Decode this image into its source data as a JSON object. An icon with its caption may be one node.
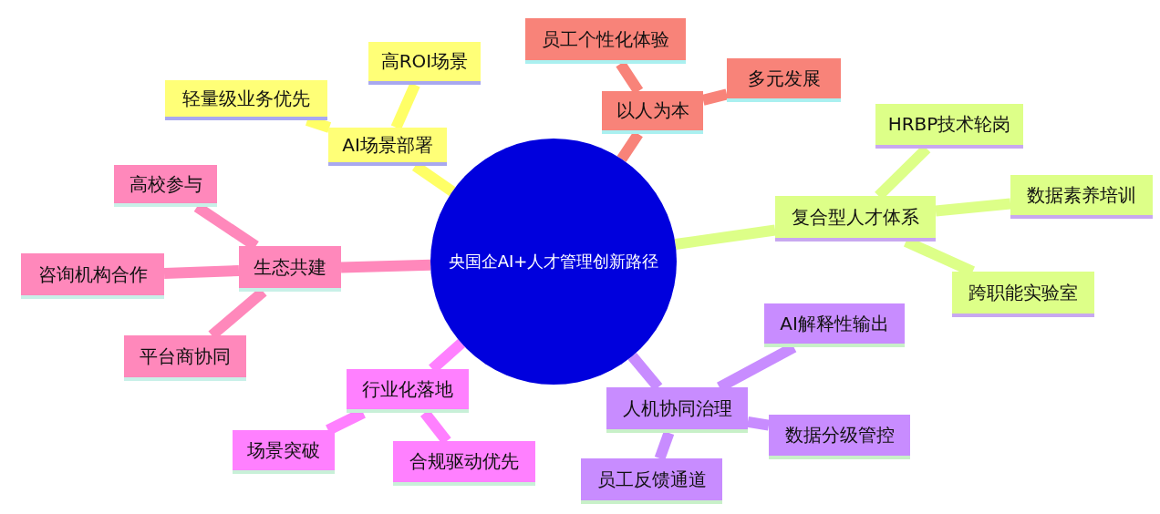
{
  "diagram": {
    "nodes": [
      {
        "text": [
          "央国企AI+人才管理创新路径"
        ]
      },
      {
        "text": [
          "AI场景部署"
        ]
      },
      {
        "text": [
          "轻量级业务优先"
        ]
      },
      {
        "text": [
          "高ROI场景"
        ]
      },
      {
        "text": [
          "以人为本"
        ]
      },
      {
        "text": [
          "员工个性化体验"
        ]
      },
      {
        "text": [
          "多元发展"
        ]
      },
      {
        "text": [
          "复合型人才体系"
        ]
      },
      {
        "text": [
          "HRBP技术轮岗"
        ]
      },
      {
        "text": [
          "数据素养培训"
        ]
      },
      {
        "text": [
          "跨职能实验室"
        ]
      },
      {
        "text": [
          "人机协同治理"
        ]
      },
      {
        "text": [
          "AI解释性输出"
        ]
      },
      {
        "text": [
          "数据分级管控"
        ]
      },
      {
        "text": [
          "员工反馈通道"
        ]
      },
      {
        "text": [
          "行业化落地"
        ]
      },
      {
        "text": [
          "场景突破"
        ]
      },
      {
        "text": [
          "合规驱动优先"
        ]
      },
      {
        "text": [
          "生态共建"
        ]
      },
      {
        "text": [
          "高校参与"
        ]
      },
      {
        "text": [
          "咨询机构合作"
        ]
      },
      {
        "text": [
          "平台商协同"
        ]
      }
    ],
    "edges": [
      {
        "from": 0,
        "to": 1,
        "arrow": "none",
        "color": "#ffff66"
      },
      {
        "from": 1,
        "to": 2,
        "arrow": "none",
        "color": "#ffff66"
      },
      {
        "from": 1,
        "to": 3,
        "arrow": "none",
        "color": "#ffff66"
      },
      {
        "from": 0,
        "to": 4,
        "arrow": "none",
        "color": "#f88379"
      },
      {
        "from": 4,
        "to": 5,
        "arrow": "none",
        "color": "#f88379"
      },
      {
        "from": 4,
        "to": 6,
        "arrow": "none",
        "color": "#f88379"
      },
      {
        "from": 0,
        "to": 7,
        "arrow": "none",
        "color": "#ddff88"
      },
      {
        "from": 7,
        "to": 8,
        "arrow": "none",
        "color": "#ddff88"
      },
      {
        "from": 7,
        "to": 9,
        "arrow": "none",
        "color": "#ddff88"
      },
      {
        "from": 7,
        "to": 10,
        "arrow": "none",
        "color": "#ddff88"
      },
      {
        "from": 0,
        "to": 11,
        "arrow": "none",
        "color": "#c88cff"
      },
      {
        "from": 11,
        "to": 12,
        "arrow": "none",
        "color": "#c88cff"
      },
      {
        "from": 11,
        "to": 13,
        "arrow": "none",
        "color": "#c88cff"
      },
      {
        "from": 11,
        "to": 14,
        "arrow": "none",
        "color": "#c88cff"
      },
      {
        "from": 0,
        "to": 15,
        "arrow": "none",
        "color": "#ff80ff"
      },
      {
        "from": 15,
        "to": 16,
        "arrow": "none",
        "color": "#ff80ff"
      },
      {
        "from": 15,
        "to": 17,
        "arrow": "none",
        "color": "#ff80ff"
      },
      {
        "from": 0,
        "to": 18,
        "arrow": "none",
        "color": "#ff88bb"
      },
      {
        "from": 18,
        "to": 19,
        "arrow": "none",
        "color": "#ff88bb"
      },
      {
        "from": 18,
        "to": 20,
        "arrow": "none",
        "color": "#ff88bb"
      },
      {
        "from": 18,
        "to": 21,
        "arrow": "none",
        "color": "#ff88bb"
      }
    ]
  }
}
